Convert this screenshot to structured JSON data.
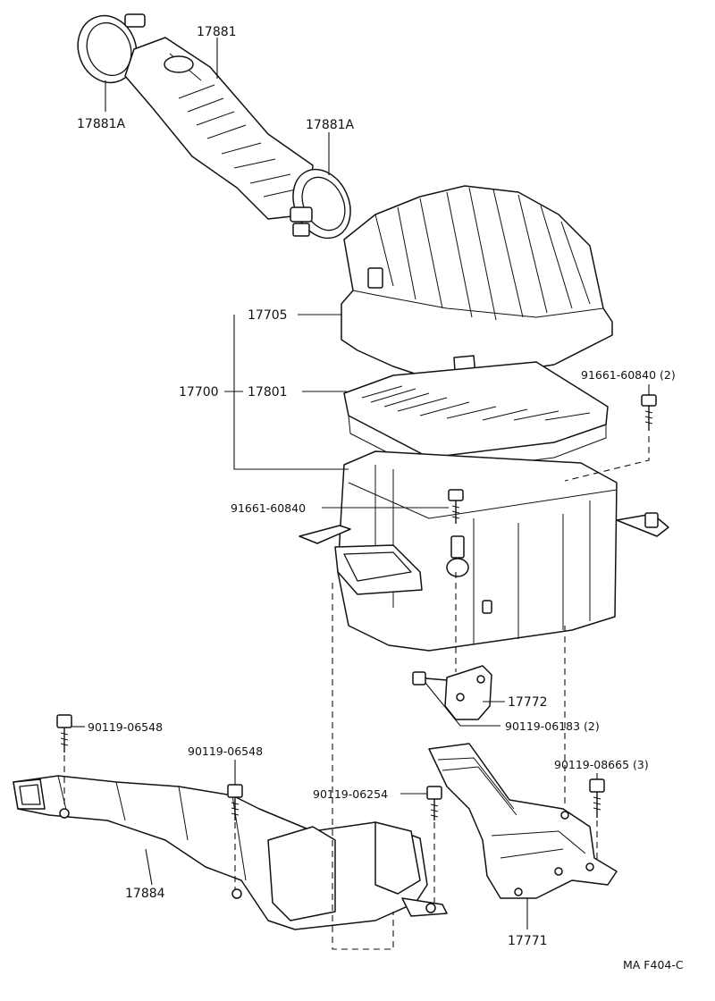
{
  "diagram": {
    "ref_code": "MA F404-C",
    "labels": {
      "hose": "17881",
      "clamp_upper": "17881A",
      "clamp_lower": "17881A",
      "cap": "17705",
      "assembly": "17700",
      "element": "17801",
      "bolt_right": "91661-60840 (2)",
      "bolt_center": "91661-60840",
      "bracket_small": "17772",
      "bolt_bracket": "90119-06183 (2)",
      "bolt_duct_left": "90119-06548",
      "bolt_duct_mid": "90119-06548",
      "bolt_duct_right": "90119-06254",
      "bolt_bracket_big": "90119-08665 (3)",
      "duct": "17884",
      "bracket_big": "17771"
    }
  }
}
